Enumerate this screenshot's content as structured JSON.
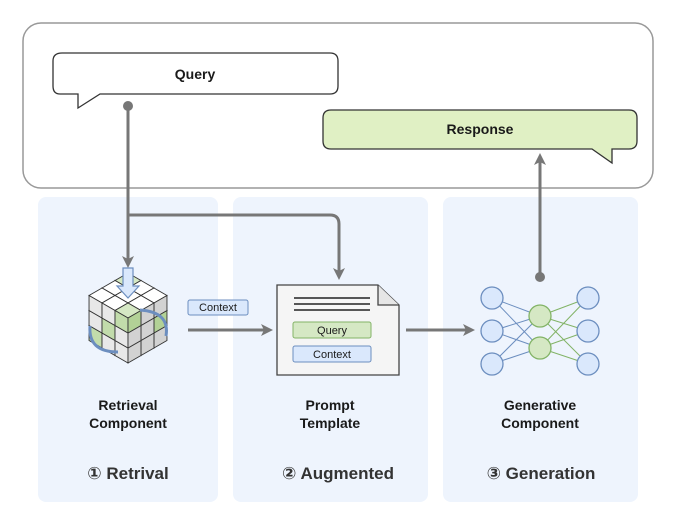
{
  "query_bubble": {
    "label": "Query"
  },
  "response_bubble": {
    "label": "Response"
  },
  "context_tag": {
    "label": "Context"
  },
  "retrieval": {
    "line1": "Retrieval",
    "line2": "Component",
    "stage_label": "① Retrival"
  },
  "augmented": {
    "line1": "Prompt",
    "line2": "Template",
    "stage_label": "② Augmented",
    "doc_query_label": "Query",
    "doc_context_label": "Context"
  },
  "generation": {
    "line1": "Generative",
    "line2": "Component",
    "stage_label": "③ Generation"
  },
  "colors": {
    "panel_bg": "#eef4fd",
    "green_fill": "#d5e8c4",
    "green_stroke": "#82b366",
    "blue_fill": "#dae8fc",
    "blue_stroke": "#6c8ebf",
    "arrow": "#777777",
    "response_fill": "#e0f0c4"
  },
  "icons": [
    "cube-retriever-icon",
    "document-icon",
    "neural-network-icon"
  ]
}
